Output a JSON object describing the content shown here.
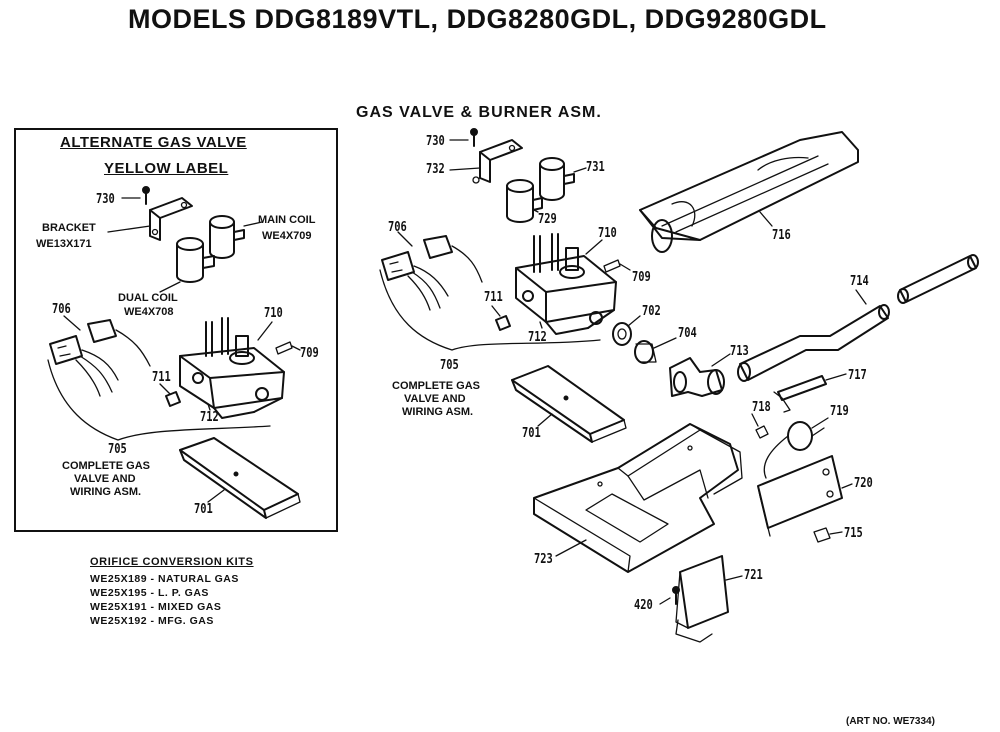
{
  "title": "MODELS DDG8189VTL, DDG8280GDL, DDG9280GDL",
  "section_title": "GAS VALVE & BURNER ASM.",
  "alternate": {
    "heading_line1": "ALTERNATE GAS VALVE",
    "heading_line2": "YELLOW LABEL",
    "bracket_label": "BRACKET",
    "bracket_part": "WE13X171",
    "main_coil_label": "MAIN COIL",
    "main_coil_part": "WE4X709",
    "dual_coil_label": "DUAL COIL",
    "dual_coil_part": "WE4X708",
    "assembly_line1": "COMPLETE GAS",
    "assembly_line2": "VALVE AND",
    "assembly_line3": "WIRING ASM.",
    "callouts": {
      "c730": "730",
      "c706": "706",
      "c710": "710",
      "c709": "709",
      "c711": "711",
      "c712": "712",
      "c705": "705",
      "c701": "701"
    }
  },
  "main": {
    "assembly_line1": "COMPLETE GAS",
    "assembly_line2": "VALVE AND",
    "assembly_line3": "WIRING ASM.",
    "callouts": {
      "c730": "730",
      "c732": "732",
      "c731": "731",
      "c729": "729",
      "c706": "706",
      "c710": "710",
      "c709": "709",
      "c711": "711",
      "c702": "702",
      "c704": "704",
      "c712": "712",
      "c713": "713",
      "c705": "705",
      "c701": "701",
      "c716": "716",
      "c714": "714",
      "c717": "717",
      "c718": "718",
      "c719": "719",
      "c720": "720",
      "c715": "715",
      "c723": "723",
      "c721": "721",
      "c420": "420"
    }
  },
  "orifice_kits": {
    "title": "ORIFICE CONVERSION KITS",
    "rows": [
      "WE25X189 - NATURAL GAS",
      "WE25X195 - L. P. GAS",
      "WE25X191 - MIXED GAS",
      "WE25X192 - MFG. GAS"
    ]
  },
  "art_number": "(ART NO. WE7334)"
}
